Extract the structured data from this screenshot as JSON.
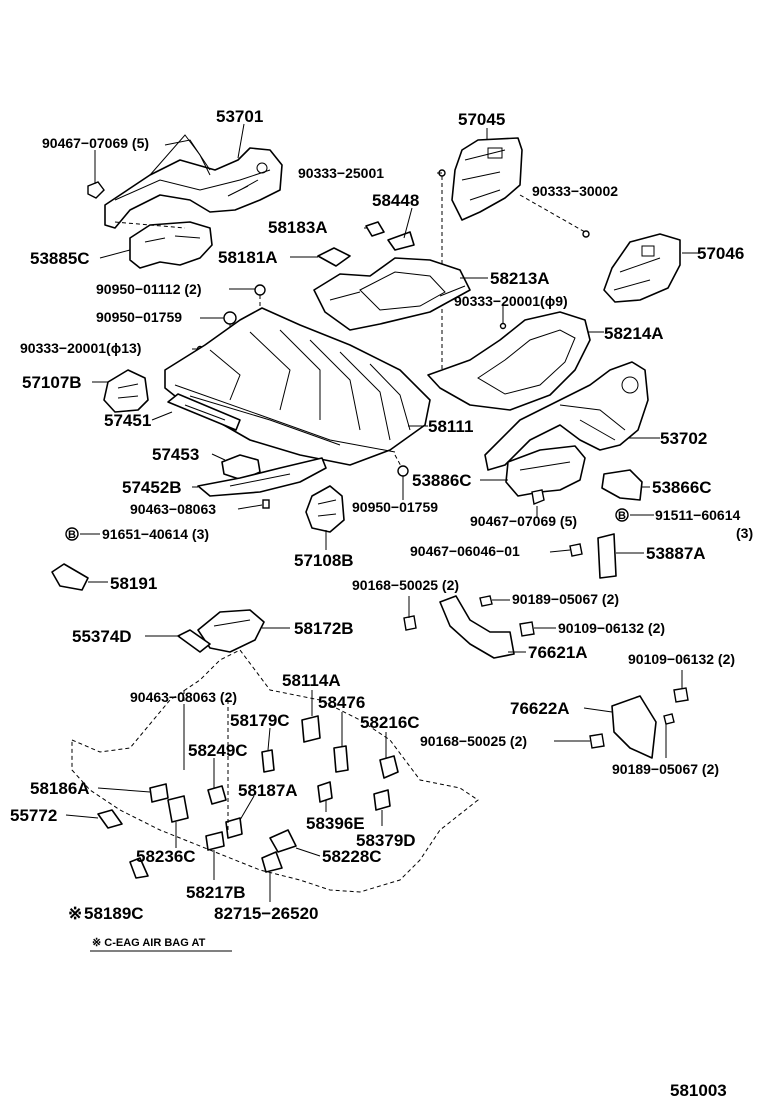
{
  "labels": {
    "p53701": "53701",
    "p90467_07069_a": "90467−07069 (5)",
    "p53885C": "53885C",
    "p57045": "57045",
    "p90333_25001": "90333−25001",
    "p90333_30002": "90333−30002",
    "p58448": "58448",
    "p58183A": "58183A",
    "p58181A": "58181A",
    "p57046": "57046",
    "p58213A": "58213A",
    "p90950_01112": "90950−01112 (2)",
    "p90333_20001_9": "90333−20001(ϕ9)",
    "p90950_01759_a": "90950−01759",
    "p58214A": "58214A",
    "p90333_20001_13": "90333−20001(ϕ13)",
    "p57107B": "57107B",
    "p57451": "57451",
    "p58111": "58111",
    "p53702": "53702",
    "p57453": "57453",
    "p53886C": "53886C",
    "p53866C": "53866C",
    "p57452B": "57452B",
    "p90463_08063_a": "90463−08063",
    "p90950_01759_b": "90950−01759",
    "p90467_07069_b": "90467−07069 (5)",
    "p91511_60614": "91511−60614",
    "p91511_qty": "(3)",
    "p91651_40614": "91651−40614 (3)",
    "p90467_06046": "90467−06046−01",
    "p53887A": "53887A",
    "p57108B": "57108B",
    "p58191": "58191",
    "p90168_50025_a": "90168−50025 (2)",
    "p90189_05067_a": "90189−05067 (2)",
    "p90109_06132_a": "90109−06132 (2)",
    "p55374D": "55374D",
    "p58172B": "58172B",
    "p76621A": "76621A",
    "p90109_06132_b": "90109−06132 (2)",
    "p90463_08063_b": "90463−08063 (2)",
    "p58114A": "58114A",
    "p58476": "58476",
    "p76622A": "76622A",
    "p58179C": "58179C",
    "p58216C": "58216C",
    "p90168_50025_b": "90168−50025 (2)",
    "p58249C": "58249C",
    "p90189_05067_b": "90189−05067 (2)",
    "p58186A": "58186A",
    "p58187A": "58187A",
    "p55772": "55772",
    "p58396E": "58396E",
    "p58379D": "58379D",
    "p58236C": "58236C",
    "p58228C": "58228C",
    "p58217B": "58217B",
    "p58189C": "58189C",
    "p82715_26520": "82715−26520",
    "footnote": "※ C-EAG  AIR BAG  AT",
    "diagram_number": "581003",
    "bolt_marker_b": "B",
    "asterisk_mark": "※"
  }
}
